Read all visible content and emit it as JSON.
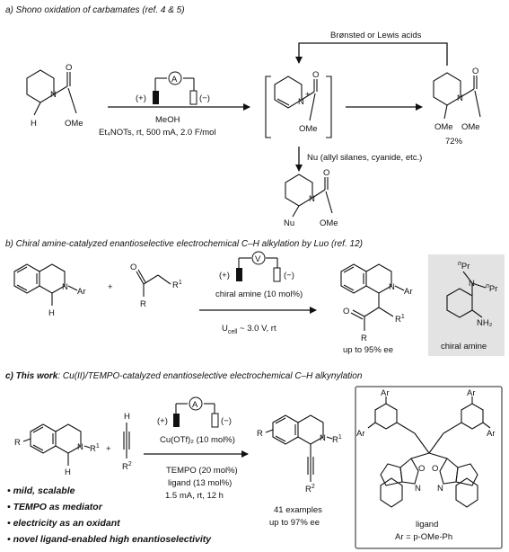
{
  "sectionA": {
    "heading": "a) Shono oxidation of carbamates (ref. 4 & 5)",
    "acids": "Brønsted or Lewis acids",
    "cond1": "MeOH",
    "cond2": "Et₄NOTs, rt, 500 mA, 2.0 F/mol",
    "nu": "Nu (allyl silanes, cyanide, etc.)",
    "yield": "72%",
    "plus": "(+)",
    "minus": "(−)",
    "meter": "A",
    "lblH": "H",
    "lblN": "N",
    "lblNplus": "N",
    "chargePlus": "+",
    "lblO": "O",
    "lblOMe": "OMe",
    "lblOMe2": "OMe",
    "lblNu": "Nu"
  },
  "sectionB": {
    "heading": "b) Chiral amine-catalyzed enantioselective electrochemical C–H alkylation by Luo (ref. 12)",
    "cond1": "chiral amine (10 mol%)",
    "cond2": "U",
    "cond2sub": "cell",
    "cond2rest": " ~ 3.0 V, rt",
    "ee": "up to 95% ee",
    "catalystLabel": "chiral amine",
    "plusSign": "+",
    "plus": "(+)",
    "minus": "(−)",
    "meter": "V",
    "lblAr": "Ar",
    "lblR": "R",
    "lblR1": "R",
    "lblNH2": "NH₂",
    "lblPr": "Pr",
    "lblN": "N",
    "lblH": "H",
    "lblO": "O",
    "sup1": "1",
    "supn": "n"
  },
  "sectionC": {
    "headingBold": "c) This work",
    "headingRest": ": Cu(II)/TEMPO-catalyzed enantioselective electrochemical C–H alkynylation",
    "cond1": "Cu(OTf)₂ (10 mol%)",
    "cond2": "TEMPO (20 mol%)",
    "cond3": "ligand (13 mol%)",
    "cond4": "1.5 mA, rt, 12 h",
    "examples": "41 examples",
    "ee": "up to 97% ee",
    "bullets": [
      "mild, scalable",
      "TEMPO as mediator",
      "electricity as an oxidant",
      "novel ligand-enabled high enantioselectivity"
    ],
    "ligandLabel": "ligand",
    "arDef": "Ar = p-OMe-Ph",
    "plus": "(+)",
    "minus": "(−)",
    "meter": "A",
    "plusSign": "+",
    "lblR": "R",
    "lblN": "N",
    "lblR1": "R",
    "lblR2": "R",
    "lblH": "H",
    "lblAr": "Ar",
    "lblO": "O",
    "sup1": "1",
    "sup2": "2"
  }
}
